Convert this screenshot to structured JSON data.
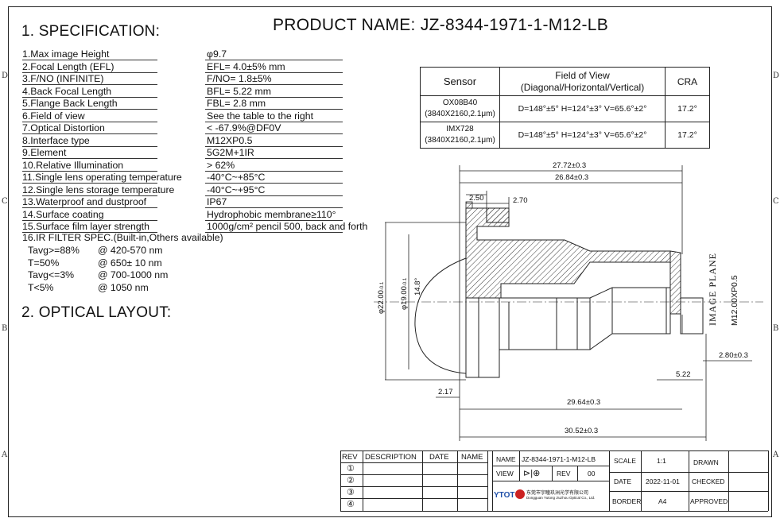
{
  "product_title": "PRODUCT NAME: JZ-8344-1971-1-M12-LB",
  "section1_title": "1. SPECIFICATION:",
  "section2_title": "2. OPTICAL LAYOUT:",
  "edge_letters": {
    "d": "D",
    "c": "C",
    "b": "B",
    "a": "A"
  },
  "specs": [
    {
      "label": "1.Max image Height",
      "value": "φ9.7"
    },
    {
      "label": "2.Focal Length (EFL)",
      "value": "EFL= 4.0±5%     mm"
    },
    {
      "label": "3.F/NO (INFINITE)",
      "value": "F/NO= 1.8±5%"
    },
    {
      "label": "4.Back Focal Length",
      "value": "BFL= 5.22   mm"
    },
    {
      "label": "5.Flange Back Length",
      "value": "FBL= 2.8     mm"
    },
    {
      "label": "6.Field of view",
      "value": "See the table to the right"
    },
    {
      "label": "7.Optical Distortion",
      "value": "< -67.9%@DF0V"
    },
    {
      "label": "8.Interface type",
      "value": "M12XP0.5"
    },
    {
      "label": "9.Element",
      "value": "5G2M+1IR"
    },
    {
      "label": "10.Relative Illumination",
      "value": "> 62%"
    },
    {
      "label": "11.Single lens operating temperature",
      "value": "-40°C~+85°C"
    },
    {
      "label": "12.Single lens storage temperature",
      "value": "-40°C~+95°C"
    },
    {
      "label": "13.Waterproof and dustproof",
      "value": "IP67"
    },
    {
      "label": "14.Surface coating",
      "value": "Hydrophobic membrane≥110°"
    },
    {
      "label": "15.Surface film layer strength",
      "value": "1000g/cm² pencil 500, back and forth"
    }
  ],
  "ir_filter_title": "16.IR FILTER SPEC.(Built-in,Others available)",
  "ir_filter": [
    {
      "cond": "Tavg>=88%",
      "range": "@ 420-570 nm"
    },
    {
      "cond": "T=50%",
      "range": "@ 650± 10 nm"
    },
    {
      "cond": "Tavg<=3%",
      "range": "@ 700-1000 nm"
    },
    {
      "cond": "T<5%",
      "range": "@ 1050 nm"
    }
  ],
  "sensor_table": {
    "headers": {
      "sensor": "Sensor",
      "fov_line1": "Field of View",
      "fov_line2": "(Diagonal/Horizontal/Vertical)",
      "cra": "CRA"
    },
    "rows": [
      {
        "name": "OX08B40",
        "spec": "(3840X2160,2.1μm)",
        "fov": "D=148°±5°  H=124°±3°  V=65.6°±2°",
        "cra": "17.2°"
      },
      {
        "name": "IMX728",
        "spec": "(3840X2160,2.1μm)",
        "fov": "D=148°±5°  H=124°±3°  V=65.6°±2°",
        "cra": "17.2°"
      }
    ]
  },
  "dims": {
    "d2772": "27.72±0.3",
    "d2684": "26.84±0.3",
    "d250": "2.50",
    "d270": "2.70",
    "d2964": "29.64±0.3",
    "d3052": "30.52±0.3",
    "d217": "2.17",
    "d522": "5.22",
    "d280": "2.80±0.3",
    "d148": "14.8°",
    "d22": "φ22.00",
    "d19": "φ19.00",
    "tol": "-0.1",
    "thread": "M12.00XP0.5",
    "image_plane": "IMAGE PLANE"
  },
  "title_block": {
    "rev_headers": [
      "REV",
      "DESCRIPTION",
      "DATE",
      "NAME"
    ],
    "rev_numbers": [
      "①",
      "②",
      "③",
      "④"
    ],
    "name_label": "NAME",
    "name_value": "JZ-8344-1971-1-M12-LB",
    "scale_label": "SCALE",
    "scale_value": "1:1",
    "drawn_label": "DRAWN",
    "view_label": "VIEW",
    "rev_label": "REV",
    "rev_value": "00",
    "date_label": "DATE",
    "date_value": "2022-11-01",
    "checked_label": "CHECKED",
    "border_label": "BORDER",
    "border_value": "A4",
    "approved_label": "APPROVED",
    "logo_text": "YTOT",
    "company_cn": "东莞市宇瞳玖洲光学有限公司",
    "company_en": "Dongguan Yutong Jiuzhou Optical Co., Ltd."
  }
}
